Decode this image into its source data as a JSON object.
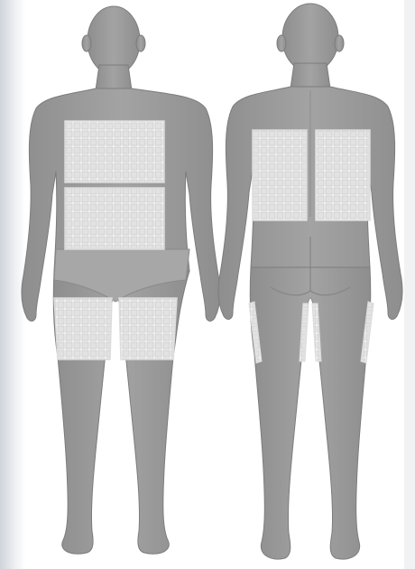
{
  "colors": {
    "background": "#ffffff",
    "left_sheen": "#d9dde2",
    "body_fill": "#9b9b9b",
    "body_outline": "#7a7a7a",
    "body_shadow": "#8a8a8a",
    "pad_fill": "#f2f2f2",
    "pad_grid": "#bdbdbd",
    "pad_cell": "#e4e4e4"
  },
  "figures": [
    {
      "id": "front",
      "view": "front",
      "pad_zones": [
        "upper-torso",
        "lower-torso",
        "left-thigh",
        "right-thigh"
      ]
    },
    {
      "id": "back",
      "view": "back",
      "pad_zones": [
        "upper-back-left",
        "upper-back-right",
        "left-outer-thigh",
        "left-inner-thigh",
        "right-inner-thigh",
        "right-outer-thigh"
      ]
    }
  ]
}
